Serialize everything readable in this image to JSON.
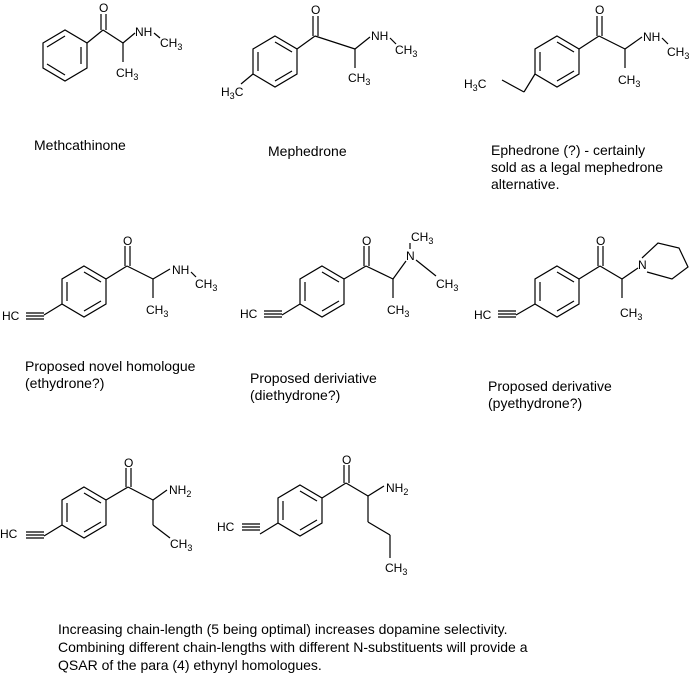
{
  "atoms": {
    "O": "O",
    "NH": "NH",
    "N": "N",
    "NH2": "NH",
    "CH3": "CH",
    "sub3": "3",
    "sub2": "2",
    "H3C": "H",
    "H3C_tail": "C",
    "HC": "HC"
  },
  "compounds": [
    {
      "name_lines": [
        "Methcathinone"
      ]
    },
    {
      "name_lines": [
        "Mephedrone"
      ]
    },
    {
      "name_lines": [
        "Ephedrone (?) - certainly",
        "sold as a legal mephedrone",
        "alternative."
      ]
    },
    {
      "name_lines": [
        "Proposed novel homologue",
        "(ethydrone?)"
      ]
    },
    {
      "name_lines": [
        "Proposed deriviative",
        "(diethydrone?)"
      ]
    },
    {
      "name_lines": [
        "Proposed derivative",
        "(pyethydrone?)"
      ]
    }
  ],
  "footnote": {
    "lines": [
      "Increasing chain-length (5 being optimal) increases dopamine selectivity.",
      "Combining different chain-lengths with different N-substituents will provide a",
      "QSAR of the para (4) ethynyl homologues."
    ]
  }
}
